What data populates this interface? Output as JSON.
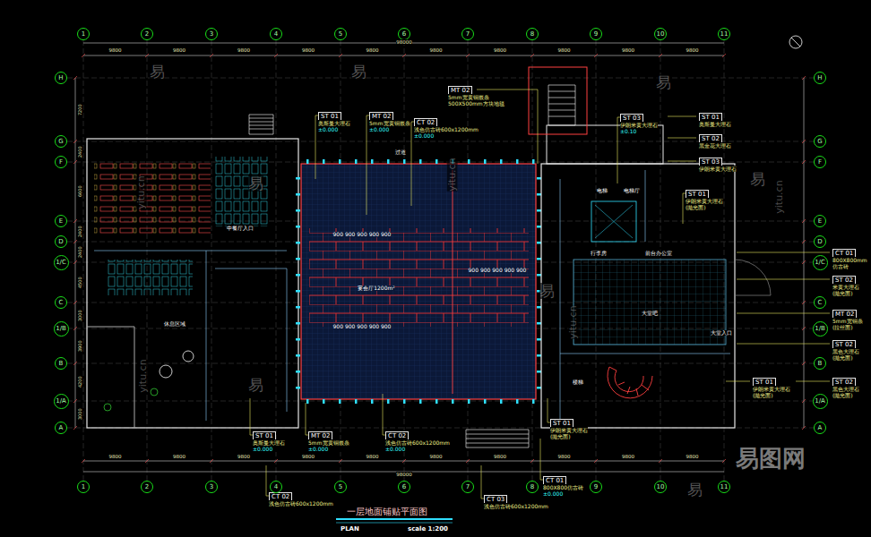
{
  "diagram": {
    "title": "一层地面铺贴平面图",
    "nodes": [
      {
        "text": [
          "1"
        ]
      },
      {
        "text": [
          "2"
        ]
      },
      {
        "text": [
          "3"
        ]
      },
      {
        "text": [
          "4"
        ]
      },
      {
        "text": [
          "5"
        ]
      },
      {
        "text": [
          "6"
        ]
      },
      {
        "text": [
          "7"
        ]
      },
      {
        "text": [
          "8"
        ]
      },
      {
        "text": [
          "9"
        ]
      },
      {
        "text": [
          "10"
        ]
      },
      {
        "text": [
          "11"
        ]
      },
      {
        "text": [
          "H"
        ]
      },
      {
        "text": [
          "G"
        ]
      },
      {
        "text": [
          "F"
        ]
      },
      {
        "text": [
          "E"
        ]
      },
      {
        "text": [
          "D"
        ]
      },
      {
        "text": [
          "1/C"
        ]
      },
      {
        "text": [
          "C"
        ]
      },
      {
        "text": [
          "1/B"
        ]
      },
      {
        "text": [
          "B"
        ]
      },
      {
        "text": [
          "1/A"
        ]
      },
      {
        "text": [
          "A"
        ]
      },
      {
        "text": [
          "H"
        ]
      },
      {
        "text": [
          "G"
        ]
      },
      {
        "text": [
          "F"
        ]
      },
      {
        "text": [
          "E"
        ]
      },
      {
        "text": [
          "D"
        ]
      },
      {
        "text": [
          "1/C"
        ]
      },
      {
        "text": [
          "C"
        ]
      },
      {
        "text": [
          "1/B"
        ]
      },
      {
        "text": [
          "B"
        ]
      },
      {
        "text": [
          "1/A"
        ]
      },
      {
        "text": [
          "A"
        ]
      },
      {
        "text": [
          "ST 01",
          "奥斯曼大理石",
          "±0.000"
        ]
      },
      {
        "text": [
          "MT 02",
          "5mm宽黄铜嵌条",
          "±0.000"
        ]
      },
      {
        "text": [
          "CT 02",
          "浅色仿古砖600x1200mm",
          "±0.000"
        ]
      },
      {
        "text": [
          "MT 02",
          "5mm宽黄铜嵌条",
          "500X500mm方块地毯"
        ]
      },
      {
        "text": [
          "ST 03",
          "伊朗米黄大理石",
          "±0.10"
        ]
      },
      {
        "text": [
          "ST 01",
          "奥斯曼大理石"
        ]
      },
      {
        "text": [
          "ST 02",
          "黑金花大理石"
        ]
      },
      {
        "text": [
          "ST 03",
          "伊朗米黄大理石"
        ]
      },
      {
        "text": [
          "ST 01",
          "伊朗米黄大理石",
          "(抛光面)"
        ]
      },
      {
        "text": [
          "CT 01",
          "800X800mm",
          "仿古砖"
        ]
      },
      {
        "text": [
          "ST 02",
          "米黄大理石",
          "(抛光面)"
        ]
      },
      {
        "text": [
          "MT 02",
          "5mm宽铜条",
          "(拉丝面)"
        ]
      },
      {
        "text": [
          "ST 02",
          "黑色大理石",
          "(抛光面)"
        ]
      },
      {
        "text": [
          "ST 01",
          "伊朗米黄大理石",
          "(抛光面)"
        ]
      },
      {
        "text": [
          "ST 02",
          "黑色大理石",
          "(抛光面)"
        ]
      },
      {
        "text": [
          "ST 01",
          "奥斯曼大理石",
          "±0.000"
        ]
      },
      {
        "text": [
          "MT 02",
          "5mm宽黄铜嵌条",
          "±0.000"
        ]
      },
      {
        "text": [
          "CT 02",
          "浅色仿古砖600x1200mm",
          "±0.000"
        ]
      },
      {
        "text": [
          "ST 01",
          "伊朗米黄大理石",
          "(抛光面)"
        ]
      },
      {
        "text": [
          "CT 01",
          "800X800仿古砖",
          "±0.000"
        ]
      },
      {
        "text": [
          "CT 02",
          "浅色仿古砖600x1200mm"
        ]
      },
      {
        "text": [
          "CT 03",
          "浅色仿古砖600x1200mm"
        ]
      },
      {
        "text": [
          "1"
        ]
      },
      {
        "text": [
          "2"
        ]
      },
      {
        "text": [
          "3"
        ]
      },
      {
        "text": [
          "4"
        ]
      },
      {
        "text": [
          "5"
        ]
      },
      {
        "text": [
          "6"
        ]
      },
      {
        "text": [
          "7"
        ]
      },
      {
        "text": [
          "8"
        ]
      },
      {
        "text": [
          "9"
        ]
      },
      {
        "text": [
          "10"
        ]
      },
      {
        "text": [
          "11"
        ]
      }
    ],
    "labels": [
      "9800",
      "9800",
      "9800",
      "9800",
      "9800",
      "9800",
      "9800",
      "9800",
      "9800",
      "9800",
      "98000",
      "9800",
      "9800",
      "9800",
      "9800",
      "9800",
      "9800",
      "9800",
      "9800",
      "9800",
      "9800",
      "98000",
      "7200",
      "2400",
      "6600",
      "2400",
      "2400",
      "4500",
      "3000",
      "3900",
      "4200",
      "3000",
      "过道",
      "宴会厅1200m²",
      "900 900 900 900 900",
      "900 900 900 900 900",
      "900 900 900 900 900",
      "中餐厅入口",
      "休息区域",
      "电梯",
      "电梯厅",
      "行李房",
      "前台办公室",
      "大堂入口",
      "楼梯",
      "大堂吧",
      "PLAN",
      "scale 1:200",
      "易",
      "易",
      "易",
      "易",
      "易",
      "易",
      "易",
      "易",
      "yitu.cn",
      "yitu.cn",
      "yitu.cn",
      "yitu.cn",
      "yitu.cn",
      "易图网"
    ]
  }
}
